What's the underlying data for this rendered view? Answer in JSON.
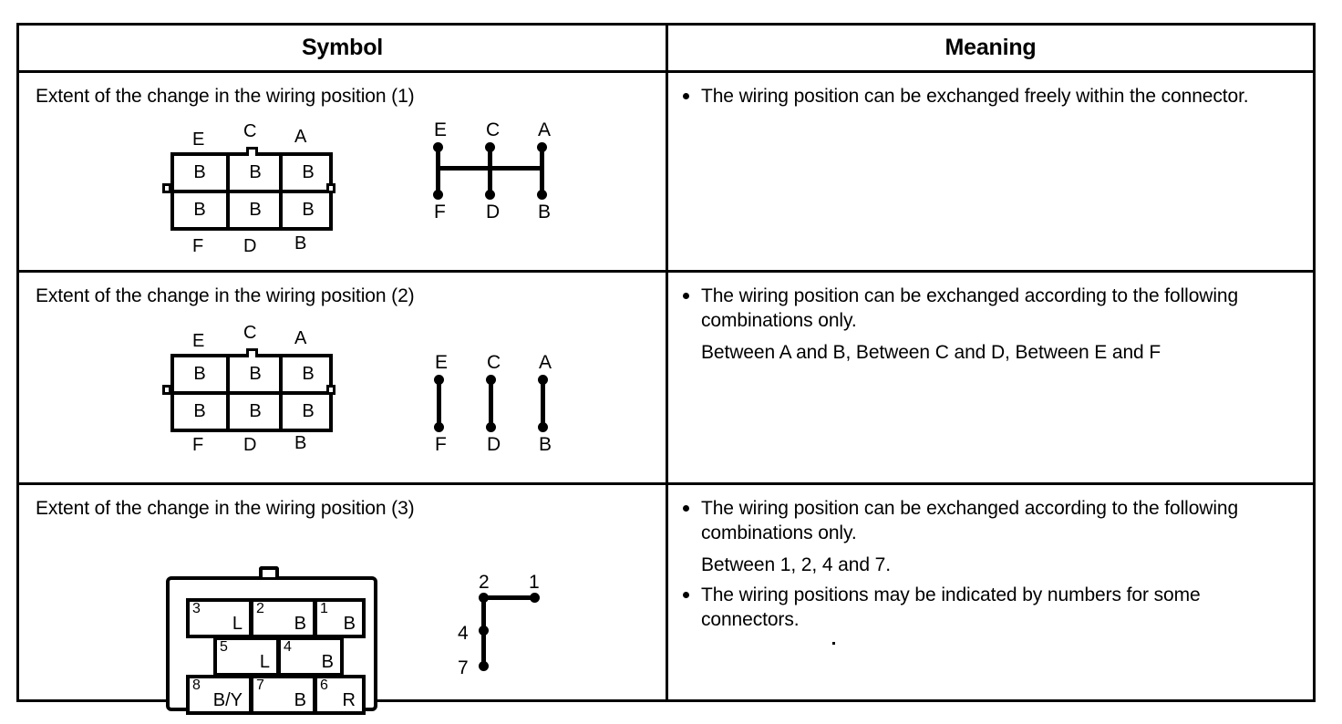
{
  "table": {
    "headers": {
      "symbol": "Symbol",
      "meaning": "Meaning"
    },
    "rows": [
      {
        "symbol_label": "Extent of the change in the wiring position (1)",
        "connector": {
          "type": "grid",
          "top_labels": [
            "E",
            "C",
            "A"
          ],
          "bottom_labels": [
            "F",
            "D",
            "B"
          ],
          "cells_top": [
            "B",
            "B",
            "B"
          ],
          "cells_bottom": [
            "B",
            "B",
            "B"
          ]
        },
        "node_diagram": {
          "type": "bus",
          "top_nodes": [
            "E",
            "C",
            "A"
          ],
          "bottom_nodes": [
            "F",
            "D",
            "B"
          ],
          "connected": "all"
        },
        "meaning": {
          "bullets": [
            "The wiring position can be exchanged freely within the connector."
          ],
          "plain_lines": []
        }
      },
      {
        "symbol_label": "Extent of the change in the wiring position (2)",
        "connector": {
          "type": "grid",
          "top_labels": [
            "E",
            "C",
            "A"
          ],
          "bottom_labels": [
            "F",
            "D",
            "B"
          ],
          "cells_top": [
            "B",
            "B",
            "B"
          ],
          "cells_bottom": [
            "B",
            "B",
            "B"
          ]
        },
        "node_diagram": {
          "type": "pairs",
          "top_nodes": [
            "E",
            "C",
            "A"
          ],
          "bottom_nodes": [
            "F",
            "D",
            "B"
          ],
          "connected": "pairwise"
        },
        "meaning": {
          "bullets": [
            "The wiring position can be exchanged according to the following combinations only."
          ],
          "plain_lines": [
            "Between A and B, Between C and D, Between E and F"
          ]
        }
      },
      {
        "symbol_label": "Extent of the change in the wiring position (3)",
        "connector": {
          "type": "numbered",
          "cells": [
            {
              "index": "3",
              "value": "L"
            },
            {
              "index": "2",
              "value": "B"
            },
            {
              "index": "1",
              "value": "B"
            },
            {
              "index": "5",
              "value": "L"
            },
            {
              "index": "4",
              "value": "B"
            },
            {
              "index": "8",
              "value": "B/Y"
            },
            {
              "index": "7",
              "value": "B"
            },
            {
              "index": "6",
              "value": "R"
            }
          ]
        },
        "node_diagram": {
          "type": "tree",
          "nodes": [
            "2",
            "1",
            "4",
            "7"
          ],
          "connected": "2-1, 2-4-7"
        },
        "meaning": {
          "bullets": [
            "The wiring position can be exchanged according to the following combinations only.",
            "The wiring positions may be indicated by numbers for some connectors."
          ],
          "plain_lines": [
            "Between 1, 2, 4 and 7."
          ]
        }
      }
    ]
  },
  "colors": {
    "ink": "#000000",
    "paper": "#ffffff"
  }
}
